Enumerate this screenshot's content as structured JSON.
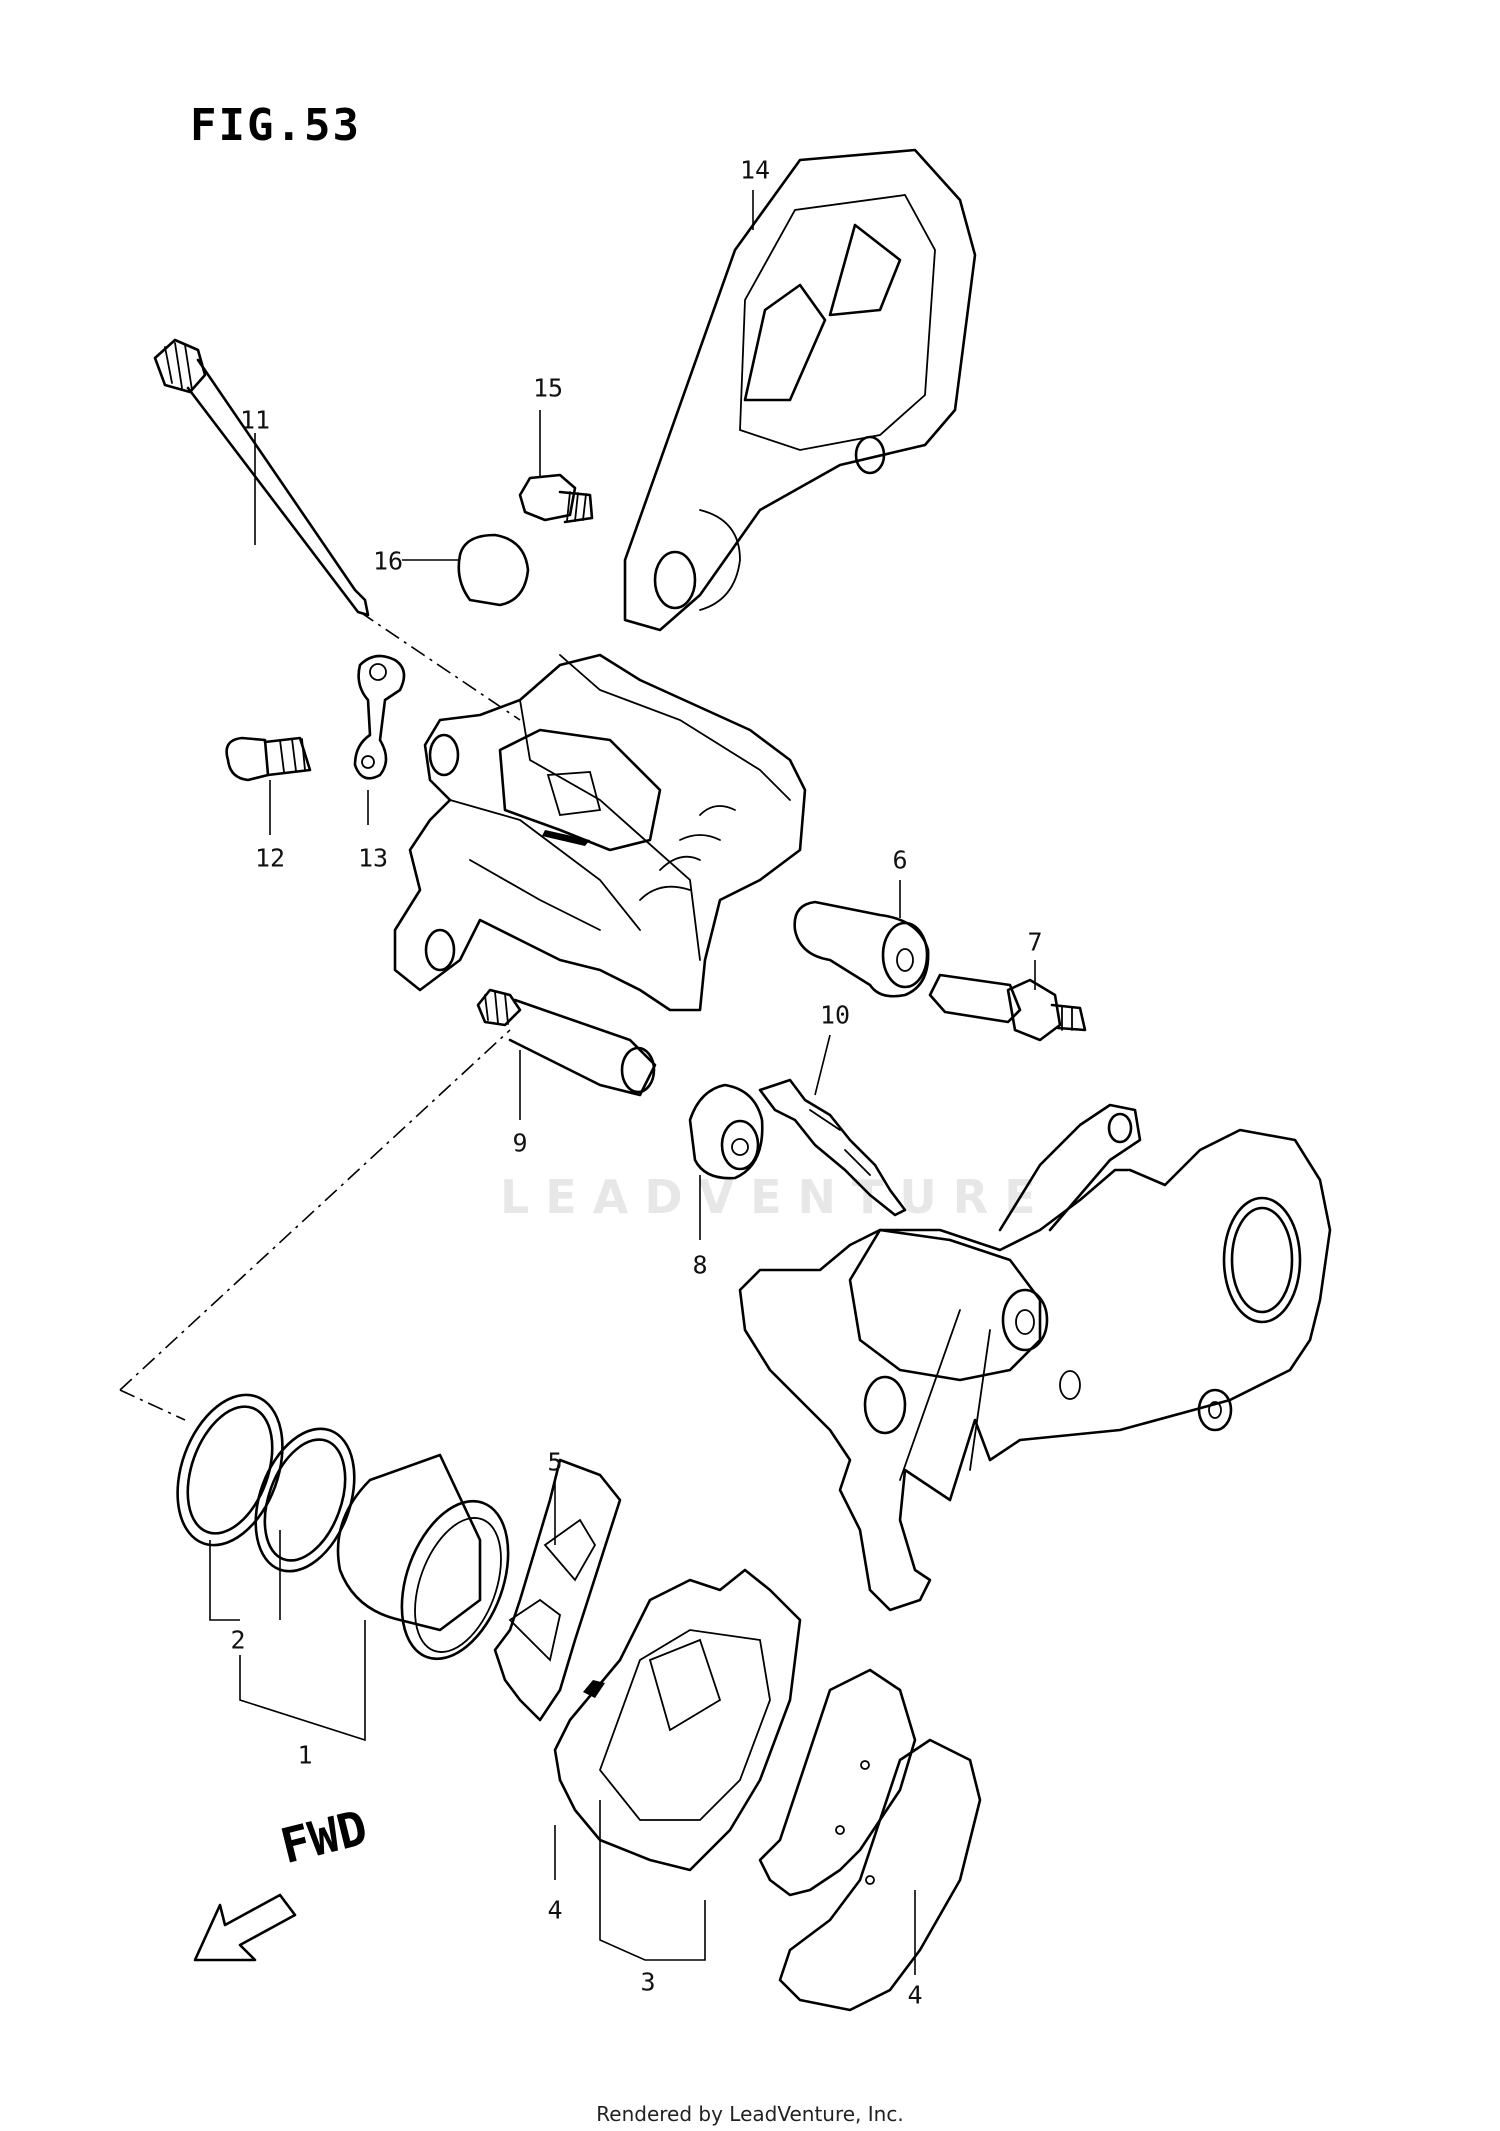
{
  "figure": {
    "title": "FIG.53"
  },
  "callouts": [
    {
      "id": "1",
      "label": "1"
    },
    {
      "id": "2",
      "label": "2"
    },
    {
      "id": "3",
      "label": "3"
    },
    {
      "id": "4a",
      "label": "4"
    },
    {
      "id": "4b",
      "label": "4"
    },
    {
      "id": "5",
      "label": "5"
    },
    {
      "id": "6",
      "label": "6"
    },
    {
      "id": "7",
      "label": "7"
    },
    {
      "id": "8",
      "label": "8"
    },
    {
      "id": "9",
      "label": "9"
    },
    {
      "id": "10",
      "label": "10"
    },
    {
      "id": "11",
      "label": "11"
    },
    {
      "id": "12",
      "label": "12"
    },
    {
      "id": "13",
      "label": "13"
    },
    {
      "id": "14",
      "label": "14"
    },
    {
      "id": "15",
      "label": "15"
    },
    {
      "id": "16",
      "label": "16"
    }
  ],
  "direction": {
    "label": "FWD"
  },
  "watermark": {
    "text": "LEADVENTURE"
  },
  "footer": {
    "text": "Rendered by LeadVenture, Inc."
  },
  "colors": {
    "line": "#000000",
    "background": "#ffffff"
  }
}
